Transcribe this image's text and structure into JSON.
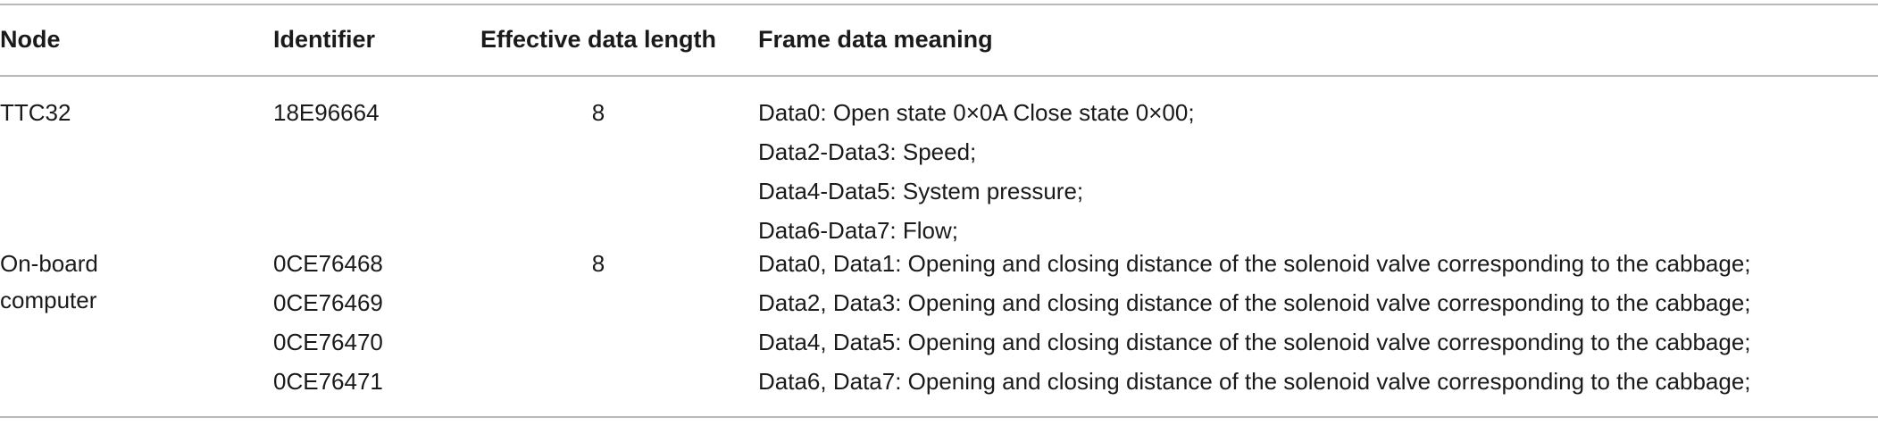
{
  "table": {
    "headers": {
      "node": "Node",
      "identifier": "Identifier",
      "length": "Effective data length",
      "meaning": "Frame data meaning"
    },
    "rows": [
      {
        "node_lines": [
          "TTC32"
        ],
        "identifiers": [
          "18E96664"
        ],
        "length": "8",
        "meanings": [
          "Data0: Open state 0×0A Close state 0×00;",
          "Data2-Data3: Speed;",
          "Data4-Data5: System pressure;",
          "Data6-Data7: Flow;"
        ]
      },
      {
        "node_lines": [
          "On-board",
          "computer"
        ],
        "identifiers": [
          "0CE76468",
          "0CE76469",
          "0CE76470",
          "0CE76471"
        ],
        "length": "8",
        "meanings": [
          "Data0, Data1: Opening and closing distance of the solenoid valve corresponding to the cabbage;",
          "Data2, Data3: Opening and closing distance of the solenoid valve corresponding to the cabbage;",
          "Data4, Data5: Opening and closing distance of the solenoid valve corresponding to the cabbage;",
          "Data6, Data7: Opening and closing distance of the solenoid valve corresponding to the cabbage;"
        ]
      }
    ]
  }
}
